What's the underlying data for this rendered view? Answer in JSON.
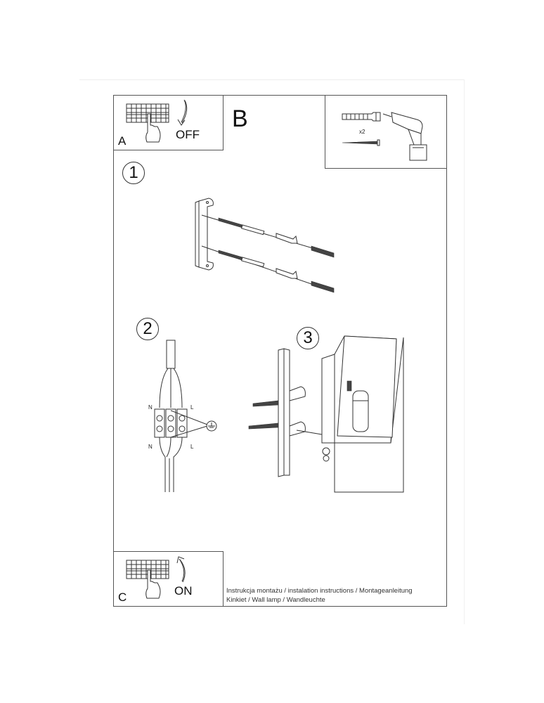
{
  "document": {
    "type": "installation instructions",
    "caption": {
      "line1": "Instrukcja montażu / instalation instructions / Montageanleitung",
      "line2": "Kinkiet / Wall lamp / Wandleuchte"
    }
  },
  "panel_a": {
    "letter": "A",
    "state_label": "OFF",
    "icon": "circuit-breaker-hand-off-icon"
  },
  "panel_b": {
    "letter": "B",
    "tools": {
      "quantity_label": "x2",
      "icons": [
        "wall-plug-icon",
        "screw-icon",
        "drill-icon"
      ]
    }
  },
  "panel_c": {
    "letter": "C",
    "state_label": "ON",
    "icon": "circuit-breaker-hand-on-icon"
  },
  "steps": [
    {
      "number": "1",
      "description_icon": "bracket-mounting-icon"
    },
    {
      "number": "2",
      "description_icon": "wiring-terminal-icon",
      "terminal_labels": {
        "top_left": "N",
        "top_right": "L",
        "bottom_left": "N",
        "bottom_right": "L"
      },
      "ground_icon": "earth-ground-icon"
    },
    {
      "number": "3",
      "description_icon": "lamp-assembly-icon"
    }
  ]
}
